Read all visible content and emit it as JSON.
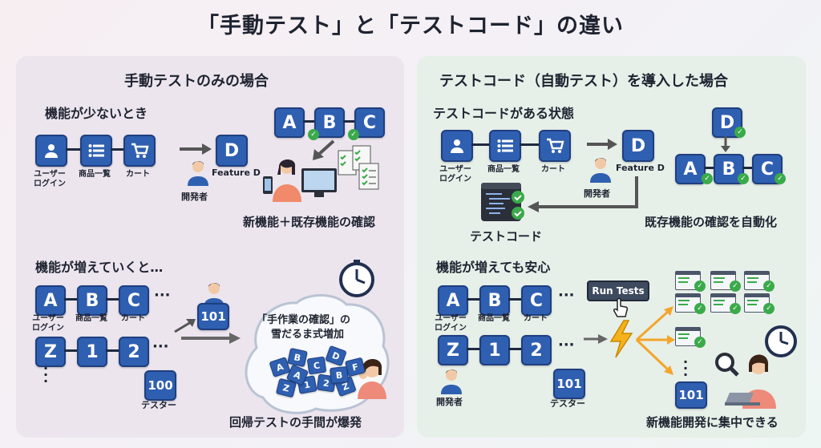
{
  "title": "「手動テスト」と「テストコード」の違い",
  "left": {
    "heading": "手動テストのみの場合",
    "few": {
      "heading": "機能が少ないとき",
      "labels": {
        "login": "ユーザー\nログイン",
        "catalog": "商品一覧",
        "cart": "カート"
      },
      "feature_box": "D",
      "feature_label": "Feature D",
      "developer": "開発者",
      "abc": [
        "A",
        "B",
        "C"
      ],
      "caption": "新機能＋既存機能の確認"
    },
    "many": {
      "heading": "機能が増えていくと…",
      "row1": [
        "A",
        "B",
        "C"
      ],
      "row1_labels": [
        "ユーザー\nログイン",
        "商品一覧",
        "カート"
      ],
      "row2": [
        "Z",
        "1",
        "2"
      ],
      "count_top": "101",
      "count_bottom": "100",
      "tester": "テスター",
      "snowball_line1": "「手作業の確認」の",
      "snowball_line2": "雪だるま式増加",
      "snow_letters": [
        "A",
        "B",
        "C",
        "D",
        "F",
        "Z",
        "1",
        "2",
        "Z",
        "A",
        "B"
      ],
      "caption": "回帰テストの手間が爆発"
    }
  },
  "right": {
    "heading": "テストコード（自動テスト）を導入した場合",
    "with_code": {
      "heading": "テストコードがある状態",
      "labels": {
        "login": "ユーザー\nログイン",
        "catalog": "商品一覧",
        "cart": "カート"
      },
      "feature_box": "D",
      "feature_label": "Feature D",
      "developer": "開発者",
      "test_code": "テストコード",
      "abc": [
        "A",
        "B",
        "C"
      ],
      "d_box": "D",
      "caption": "既存機能の確認を自動化"
    },
    "many": {
      "heading": "機能が増えても安心",
      "row1": [
        "A",
        "B",
        "C"
      ],
      "row1_labels": [
        "ユーザー\nログイン",
        "商品一覧",
        "カート"
      ],
      "row2": [
        "Z",
        "1",
        "2"
      ],
      "developer": "開発者",
      "count_bottom": "101",
      "tester": "テスター",
      "run_button": "Run Tests",
      "count_right": "101",
      "caption": "新機能開発に集中できる"
    }
  },
  "colors": {
    "box": "#2f5fb0",
    "check": "#3aaa4a",
    "left_panel": "#ece5ee",
    "right_panel": "#e7efe9",
    "bolt": "#f5b21c",
    "arrow": "#f3a62a"
  }
}
